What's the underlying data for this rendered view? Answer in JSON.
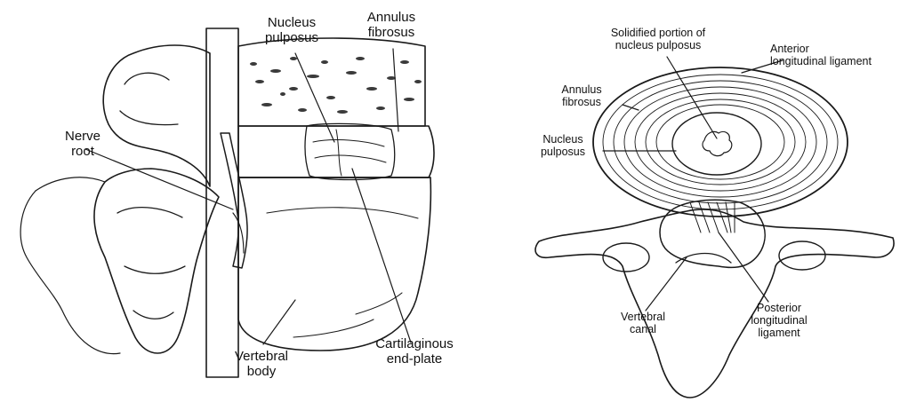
{
  "left_view": {
    "nucleus_pulposus": "Nucleus\npulposus",
    "annulus_fibrosus": "Annulus\nfibrosus",
    "nerve_root": "Nerve\nroot",
    "cartilaginous_end_plate": "Cartilaginous\nend-plate",
    "vertebral_body": "Vertebral\nbody"
  },
  "right_view": {
    "solidified_portion": "Solidified portion of\nnucleus pulposus",
    "anterior_longitudinal_ligament": "Anterior\nlongitudinal ligament",
    "annulus_fibrosus": "Annulus\nfibrosus",
    "nucleus_pulposus": "Nucleus\npulposus",
    "vertebral_canal": "Vertebral\ncanal",
    "posterior_longitudinal_ligament": "Posterior\nlongitudinal\nligament"
  },
  "colors": {
    "ink": "#1a1a1a",
    "annulus_fill": "#8c8c8c",
    "nucleus_fill": "#dcdcdc",
    "bone_fill": "#ffffff"
  }
}
